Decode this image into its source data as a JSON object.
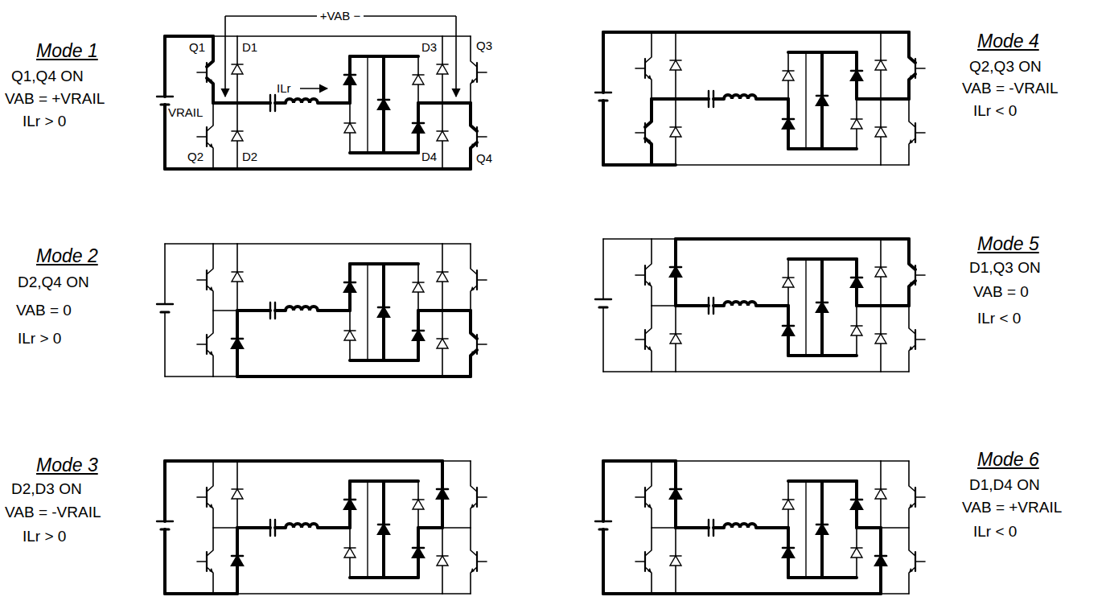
{
  "diagram": {
    "labels": [
      "Mode 1",
      "Q1,Q4 ON",
      "VAB = +VRAIL",
      "ILr > 0",
      "+VAB −",
      "Q1",
      "D1",
      "D3",
      "Q3",
      "VRAIL",
      "ILr",
      "Q2",
      "D2",
      "D4",
      "Q4",
      "Mode 4",
      "Q2,Q3 ON",
      "VAB = -VRAIL",
      "ILr < 0",
      "Mode 2",
      "D2,Q4 ON",
      "VAB = 0",
      "ILr > 0",
      "Mode 5",
      "D1,Q3 ON",
      "VAB = 0",
      "ILr < 0",
      "Mode 3",
      "D2,D3 ON",
      "VAB = -VRAIL",
      "ILr > 0",
      "Mode 6",
      "D1,D4 ON",
      "VAB = +VRAIL",
      "ILr < 0"
    ]
  }
}
